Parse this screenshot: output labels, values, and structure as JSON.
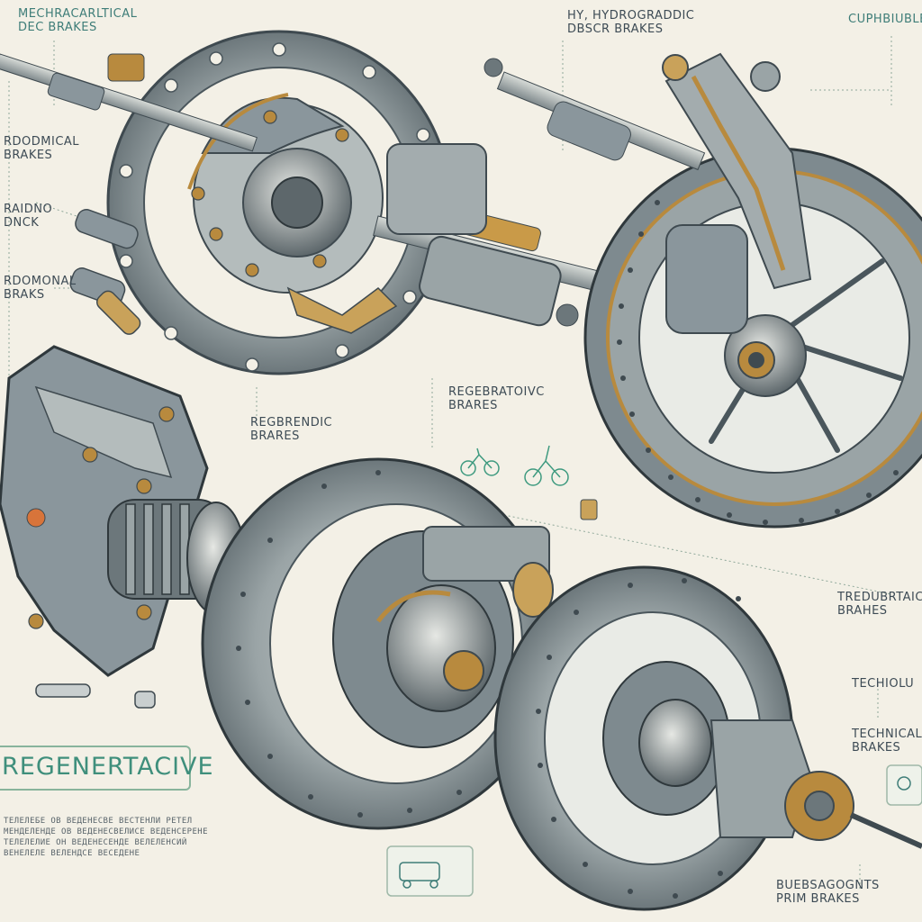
{
  "labels": {
    "top_left": "MECHRACARLTICAL\nDEC BRAKES",
    "top_center": "HY, HYDROGRADDIC\nDBSCR BRAKES",
    "top_right": "CUPHBIUBLE",
    "left_1": "RDODMICAL\nBRAKES",
    "left_2": "RAIDNO\nDNCK",
    "left_3": "RDOMONAL\nBRAKS",
    "center_mid": "REGEBRATOIVC\nBRARES",
    "center_left": "REGBRENDIC\nBRARES",
    "right_1": "TREDUBRTAIC\nBRAHES",
    "right_2": "TECHIOLU",
    "right_3": "TECHNICAL\nBRAKES",
    "bottom_right": "BUEBSAGOGNTS\nPRIM BRAKES"
  },
  "headline": "REGENERTACIVE",
  "body_lines": [
    "ТЕЛЕЛЕБЕ ОВ ВЕДЕНЕСВЕ ВЕСТЕНЛИ РЕТЕЛ",
    "МЕНДЕЛЕНДЕ ОВ ВЕДЕНЕСВЕЛИСЕ ВЕДЕНСЕРЕНЕ",
    "ТЕЛЕЛЕЛИЕ ОН ВЕДЕНЕСЕНДЕ ВЕЛЕЛЕНСИЙ",
    "ВЕНЕЛЕЛЕ ВЕЛЕНДСЕ ВЕСЕДЕНЕ"
  ],
  "colors": {
    "background": "#f3f0e6",
    "steel": "#8a969c",
    "steel_dark": "#4a565c",
    "brass": "#b88a3e",
    "accent_green": "#3f8f7c"
  },
  "icons": [
    "bicycle-icon",
    "bicycle-icon",
    "car-icon",
    "scooter-icon"
  ]
}
